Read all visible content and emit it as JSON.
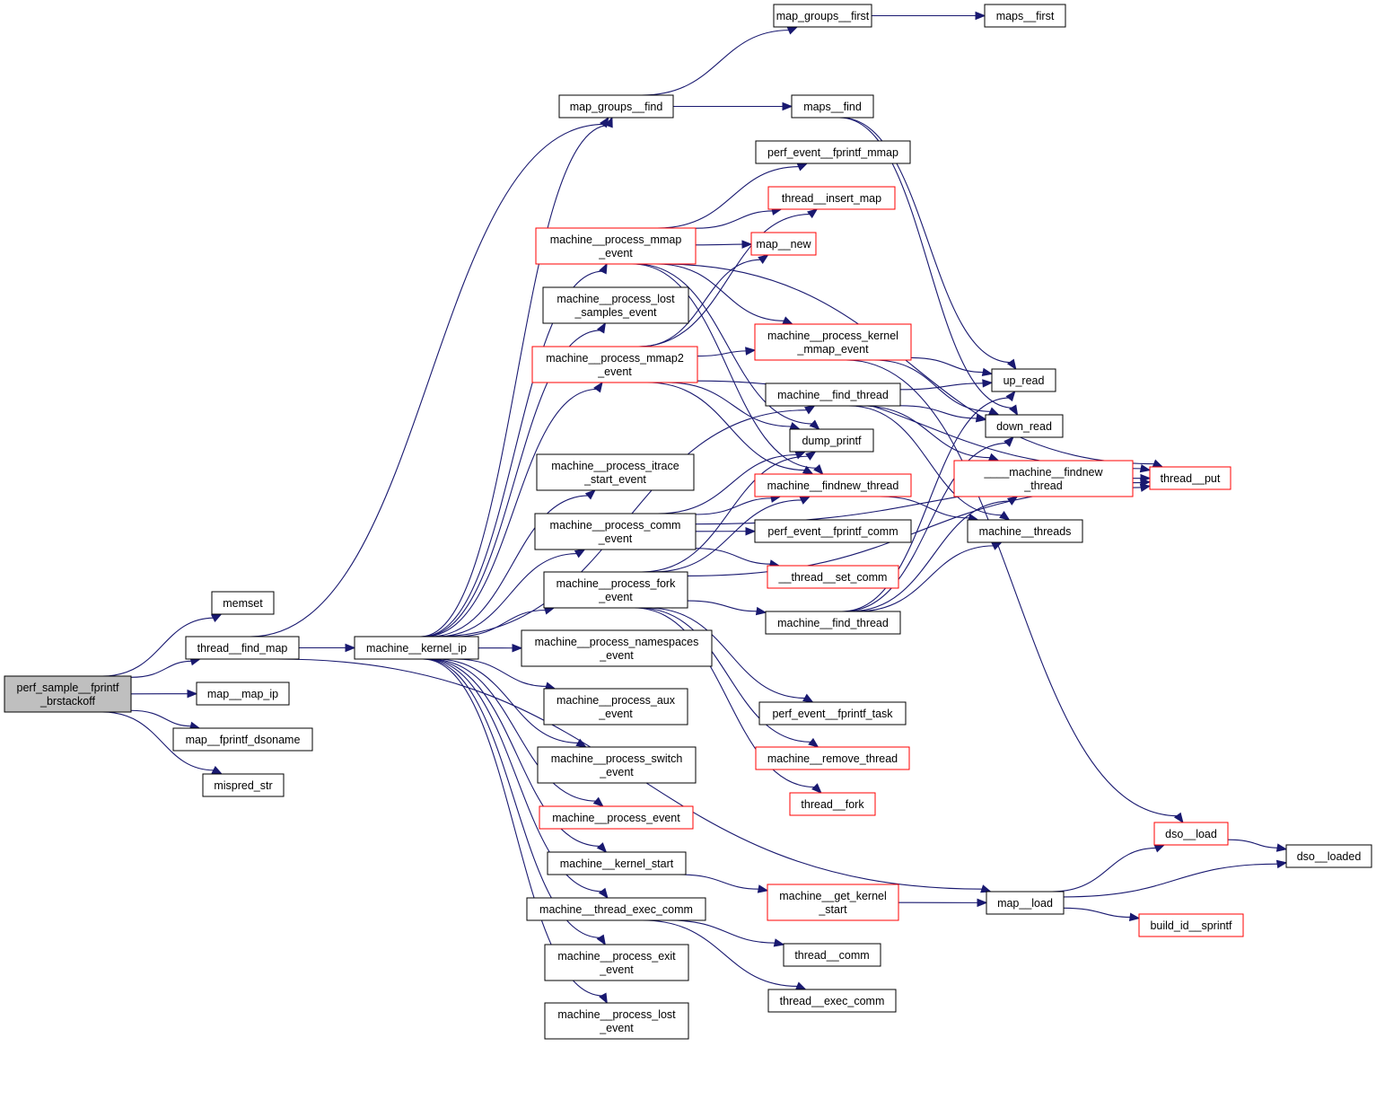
{
  "title": "Call graph: perf_sample__fprintf_brstackoff",
  "colors": {
    "edge": "#191970",
    "root_fill": "#bfbfbf",
    "normal_border": "#000000",
    "truncated_border": "#ff0000"
  },
  "nodes": [
    {
      "id": "root",
      "lines": [
        "perf_sample__fprintf",
        "_brstackoff"
      ],
      "style": "root"
    },
    {
      "id": "memset",
      "lines": [
        "memset"
      ],
      "style": "normal"
    },
    {
      "id": "thread_find_map",
      "lines": [
        "thread__find_map"
      ],
      "style": "normal"
    },
    {
      "id": "map_map_ip",
      "lines": [
        "map__map_ip"
      ],
      "style": "normal"
    },
    {
      "id": "map_fprintf_dsoname",
      "lines": [
        "map__fprintf_dsoname"
      ],
      "style": "normal"
    },
    {
      "id": "mispred_str",
      "lines": [
        "mispred_str"
      ],
      "style": "normal"
    },
    {
      "id": "machine_kernel_ip",
      "lines": [
        "machine__kernel_ip"
      ],
      "style": "normal"
    },
    {
      "id": "map_groups_find",
      "lines": [
        "map_groups__find"
      ],
      "style": "normal"
    },
    {
      "id": "map_groups_first",
      "lines": [
        "map_groups__first"
      ],
      "style": "normal"
    },
    {
      "id": "maps_first",
      "lines": [
        "maps__first"
      ],
      "style": "normal"
    },
    {
      "id": "maps_find",
      "lines": [
        "maps__find"
      ],
      "style": "normal"
    },
    {
      "id": "perf_event_fprintf_mmap",
      "lines": [
        "perf_event__fprintf_mmap"
      ],
      "style": "normal"
    },
    {
      "id": "thread_insert_map",
      "lines": [
        "thread__insert_map"
      ],
      "style": "red"
    },
    {
      "id": "map_new",
      "lines": [
        "map__new"
      ],
      "style": "red"
    },
    {
      "id": "mp_mmap_event",
      "lines": [
        "machine__process_mmap",
        "_event"
      ],
      "style": "red"
    },
    {
      "id": "mp_lost_samples",
      "lines": [
        "machine__process_lost",
        "_samples_event"
      ],
      "style": "normal"
    },
    {
      "id": "mp_mmap2_event",
      "lines": [
        "machine__process_mmap2",
        "_event"
      ],
      "style": "red"
    },
    {
      "id": "mp_kernel_mmap",
      "lines": [
        "machine__process_kernel",
        "_mmap_event"
      ],
      "style": "red"
    },
    {
      "id": "machine_find_thread_a",
      "lines": [
        "machine__find_thread"
      ],
      "style": "normal"
    },
    {
      "id": "up_read",
      "lines": [
        "up_read"
      ],
      "style": "normal"
    },
    {
      "id": "down_read",
      "lines": [
        "down_read"
      ],
      "style": "normal"
    },
    {
      "id": "dump_printf",
      "lines": [
        "dump_printf"
      ],
      "style": "normal"
    },
    {
      "id": "mp_itrace",
      "lines": [
        "machine__process_itrace",
        "_start_event"
      ],
      "style": "normal"
    },
    {
      "id": "machine_findnew_thread",
      "lines": [
        "machine__findnew_thread"
      ],
      "style": "red"
    },
    {
      "id": "__machine_findnew_thread",
      "lines": [
        "____machine__findnew",
        "_thread"
      ],
      "style": "red"
    },
    {
      "id": "thread_put",
      "lines": [
        "thread__put"
      ],
      "style": "red"
    },
    {
      "id": "mp_comm_event",
      "lines": [
        "machine__process_comm",
        "_event"
      ],
      "style": "normal"
    },
    {
      "id": "perf_event_fprintf_comm",
      "lines": [
        "perf_event__fprintf_comm"
      ],
      "style": "normal"
    },
    {
      "id": "machine_threads",
      "lines": [
        "machine__threads"
      ],
      "style": "normal"
    },
    {
      "id": "thread_set_comm",
      "lines": [
        "__thread__set_comm"
      ],
      "style": "red"
    },
    {
      "id": "mp_fork_event",
      "lines": [
        "machine__process_fork",
        "_event"
      ],
      "style": "normal"
    },
    {
      "id": "machine_find_thread_b",
      "lines": [
        "machine__find_thread"
      ],
      "style": "normal"
    },
    {
      "id": "mp_namespaces",
      "lines": [
        "machine__process_namespaces",
        "_event"
      ],
      "style": "normal"
    },
    {
      "id": "mp_aux",
      "lines": [
        "machine__process_aux",
        "_event"
      ],
      "style": "normal"
    },
    {
      "id": "perf_event_fprintf_task",
      "lines": [
        "perf_event__fprintf_task"
      ],
      "style": "normal"
    },
    {
      "id": "mp_switch",
      "lines": [
        "machine__process_switch",
        "_event"
      ],
      "style": "normal"
    },
    {
      "id": "machine_remove_thread",
      "lines": [
        "machine__remove_thread"
      ],
      "style": "red"
    },
    {
      "id": "thread_fork",
      "lines": [
        "thread__fork"
      ],
      "style": "red"
    },
    {
      "id": "mp_event",
      "lines": [
        "machine__process_event"
      ],
      "style": "red"
    },
    {
      "id": "dso_load",
      "lines": [
        "dso__load"
      ],
      "style": "red"
    },
    {
      "id": "dso_loaded",
      "lines": [
        "dso__loaded"
      ],
      "style": "normal"
    },
    {
      "id": "machine_kernel_start",
      "lines": [
        "machine__kernel_start"
      ],
      "style": "normal"
    },
    {
      "id": "machine_get_kernel_start",
      "lines": [
        "machine__get_kernel",
        "_start"
      ],
      "style": "red"
    },
    {
      "id": "map_load",
      "lines": [
        "map__load"
      ],
      "style": "normal"
    },
    {
      "id": "machine_thread_exec_comm",
      "lines": [
        "machine__thread_exec_comm"
      ],
      "style": "normal"
    },
    {
      "id": "build_id_sprintf",
      "lines": [
        "build_id__sprintf"
      ],
      "style": "red"
    },
    {
      "id": "thread_comm",
      "lines": [
        "thread__comm"
      ],
      "style": "normal"
    },
    {
      "id": "mp_exit",
      "lines": [
        "machine__process_exit",
        "_event"
      ],
      "style": "normal"
    },
    {
      "id": "thread_exec_comm",
      "lines": [
        "thread__exec_comm"
      ],
      "style": "normal"
    },
    {
      "id": "mp_lost",
      "lines": [
        "machine__process_lost",
        "_event"
      ],
      "style": "normal"
    }
  ],
  "edges": [
    [
      "root",
      "memset"
    ],
    [
      "root",
      "thread_find_map"
    ],
    [
      "root",
      "map_map_ip"
    ],
    [
      "root",
      "map_fprintf_dsoname"
    ],
    [
      "root",
      "mispred_str"
    ],
    [
      "thread_find_map",
      "map_groups_find"
    ],
    [
      "thread_find_map",
      "machine_kernel_ip"
    ],
    [
      "thread_find_map",
      "map_load"
    ],
    [
      "map_groups_find",
      "map_groups_first"
    ],
    [
      "map_groups_find",
      "maps_find"
    ],
    [
      "map_groups_first",
      "maps_first"
    ],
    [
      "maps_find",
      "up_read"
    ],
    [
      "maps_find",
      "down_read"
    ],
    [
      "machine_kernel_ip",
      "map_groups_find"
    ],
    [
      "machine_kernel_ip",
      "mp_mmap_event"
    ],
    [
      "machine_kernel_ip",
      "mp_lost_samples"
    ],
    [
      "machine_kernel_ip",
      "mp_mmap2_event"
    ],
    [
      "machine_kernel_ip",
      "machine_find_thread_a"
    ],
    [
      "machine_kernel_ip",
      "mp_itrace"
    ],
    [
      "machine_kernel_ip",
      "mp_comm_event"
    ],
    [
      "machine_kernel_ip",
      "mp_fork_event"
    ],
    [
      "machine_kernel_ip",
      "mp_namespaces"
    ],
    [
      "machine_kernel_ip",
      "mp_aux"
    ],
    [
      "machine_kernel_ip",
      "mp_switch"
    ],
    [
      "machine_kernel_ip",
      "mp_event"
    ],
    [
      "machine_kernel_ip",
      "machine_kernel_start"
    ],
    [
      "machine_kernel_ip",
      "machine_thread_exec_comm"
    ],
    [
      "machine_kernel_ip",
      "mp_exit"
    ],
    [
      "machine_kernel_ip",
      "mp_lost"
    ],
    [
      "mp_mmap_event",
      "thread_put"
    ],
    [
      "mp_mmap_event",
      "perf_event_fprintf_mmap"
    ],
    [
      "mp_mmap_event",
      "thread_insert_map"
    ],
    [
      "mp_mmap_event",
      "map_new"
    ],
    [
      "mp_mmap_event",
      "mp_kernel_mmap"
    ],
    [
      "mp_mmap_event",
      "dump_printf"
    ],
    [
      "mp_mmap_event",
      "machine_findnew_thread"
    ],
    [
      "mp_mmap2_event",
      "thread_insert_map"
    ],
    [
      "mp_mmap2_event",
      "map_new"
    ],
    [
      "mp_mmap2_event",
      "thread_put"
    ],
    [
      "mp_mmap2_event",
      "mp_kernel_mmap"
    ],
    [
      "mp_mmap2_event",
      "dump_printf"
    ],
    [
      "mp_mmap2_event",
      "machine_findnew_thread"
    ],
    [
      "mp_kernel_mmap",
      "up_read"
    ],
    [
      "mp_kernel_mmap",
      "down_read"
    ],
    [
      "mp_kernel_mmap",
      "dso_load"
    ],
    [
      "machine_find_thread_a",
      "up_read"
    ],
    [
      "machine_find_thread_a",
      "down_read"
    ],
    [
      "machine_find_thread_a",
      "__machine_findnew_thread"
    ],
    [
      "machine_find_thread_a",
      "machine_threads"
    ],
    [
      "machine_findnew_thread",
      "machine_threads"
    ],
    [
      "__machine_findnew_thread",
      "thread_put"
    ],
    [
      "mp_comm_event",
      "dump_printf"
    ],
    [
      "mp_comm_event",
      "machine_findnew_thread"
    ],
    [
      "mp_comm_event",
      "perf_event_fprintf_comm"
    ],
    [
      "mp_comm_event",
      "thread_set_comm"
    ],
    [
      "mp_comm_event",
      "thread_put"
    ],
    [
      "mp_fork_event",
      "dump_printf"
    ],
    [
      "mp_fork_event",
      "machine_findnew_thread"
    ],
    [
      "mp_fork_event",
      "machine_find_thread_b"
    ],
    [
      "mp_fork_event",
      "perf_event_fprintf_task"
    ],
    [
      "mp_fork_event",
      "machine_remove_thread"
    ],
    [
      "mp_fork_event",
      "thread_fork"
    ],
    [
      "mp_fork_event",
      "thread_put"
    ],
    [
      "machine_find_thread_b",
      "up_read"
    ],
    [
      "machine_find_thread_b",
      "down_read"
    ],
    [
      "machine_find_thread_b",
      "__machine_findnew_thread"
    ],
    [
      "machine_find_thread_b",
      "machine_threads"
    ],
    [
      "machine_kernel_start",
      "machine_get_kernel_start"
    ],
    [
      "machine_get_kernel_start",
      "map_load"
    ],
    [
      "map_load",
      "dso_load"
    ],
    [
      "map_load",
      "dso_loaded"
    ],
    [
      "map_load",
      "build_id_sprintf"
    ],
    [
      "dso_load",
      "dso_loaded"
    ],
    [
      "machine_thread_exec_comm",
      "thread_comm"
    ],
    [
      "machine_thread_exec_comm",
      "thread_exec_comm"
    ]
  ]
}
